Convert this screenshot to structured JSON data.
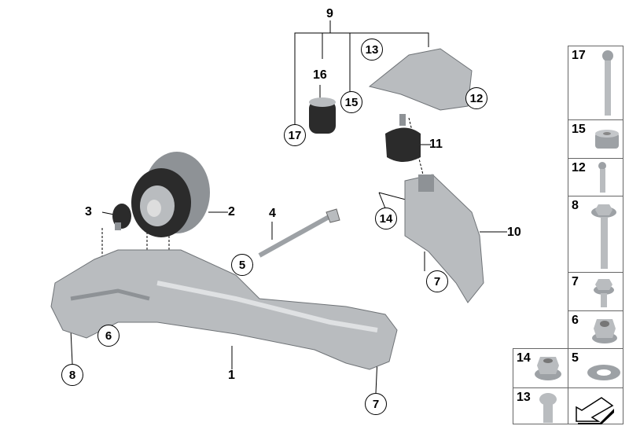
{
  "diagram": {
    "labels": {
      "l1": "1",
      "l2": "2",
      "l3": "3",
      "l4": "4",
      "l9": "9",
      "l10": "10",
      "l11": "11",
      "l16": "16"
    },
    "callouts": {
      "c5": "5",
      "c6": "6",
      "c7a": "7",
      "c7b": "7",
      "c8": "8",
      "c12": "12",
      "c13": "13",
      "c14": "14",
      "c15": "15",
      "c17": "17"
    }
  },
  "parts_panel": [
    {
      "num": "17",
      "icon": "long-bolt-icon"
    },
    {
      "num": "15",
      "icon": "spacer-ring-icon"
    },
    {
      "num": "12",
      "icon": "short-bolt-icon"
    },
    {
      "num": "8",
      "icon": "hex-bolt-icon"
    },
    {
      "num": "7",
      "icon": "hex-screw-icon"
    },
    {
      "num": "6",
      "icon": "hex-nut-icon"
    },
    {
      "num": "14",
      "icon": "flange-nut-icon"
    },
    {
      "num": "5",
      "icon": "washer-icon"
    },
    {
      "num": "13",
      "icon": "round-bolt-icon"
    }
  ],
  "colors": {
    "part": "#b9bcbf",
    "part_dark": "#8e9296",
    "rubber": "#2b2b2b"
  }
}
